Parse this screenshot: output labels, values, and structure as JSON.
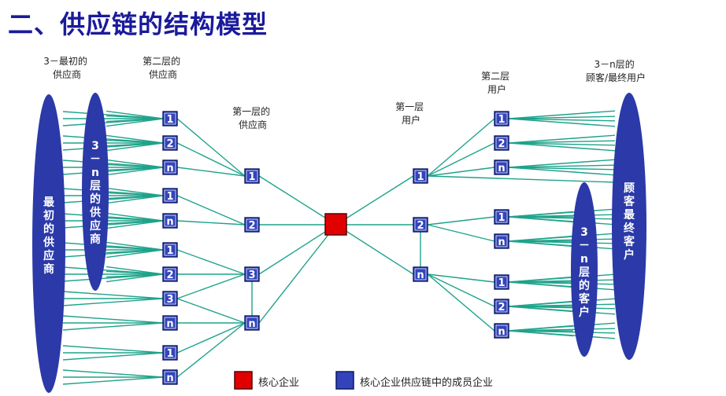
{
  "title": "二、供应链的结构模型",
  "headers": {
    "tier3_suppliers": [
      "3－最初的",
      "供应商"
    ],
    "tier2_suppliers": [
      "第二层的",
      "供应商"
    ],
    "tier1_suppliers": [
      "第一层的",
      "供应商"
    ],
    "tier1_users": [
      "第一层",
      "用户"
    ],
    "tier2_users": [
      "第二层",
      "用户"
    ],
    "tier3_users": [
      "3－n层的",
      "顾客/最终用户"
    ]
  },
  "ellipses": {
    "initial_suppliers": "最初的供应商",
    "tier3n_suppliers": "3－n层的供应商",
    "customers_end": "顾客最终客户",
    "tier3n_customers": "3－n层的客户"
  },
  "nodes": {
    "t2s": [
      "1",
      "2",
      "n",
      "1",
      "n",
      "1",
      "2",
      "3",
      "n",
      "1",
      "n"
    ],
    "t1s": [
      "1",
      "2",
      "3",
      "n"
    ],
    "t1u": [
      "1",
      "2",
      "n"
    ],
    "t2u": [
      "1",
      "2",
      "n",
      "1",
      "n",
      "1",
      "2",
      "n"
    ]
  },
  "legend": {
    "core": "核心企业",
    "member": "核心企业供应链中的成员企业"
  },
  "colors": {
    "line": "#1fa38a",
    "node_fill": "#3344bb",
    "node_border": "#0a1a66",
    "ellipse": "#2b3aa8",
    "core": "#e00000",
    "title": "#1a1a9c"
  }
}
